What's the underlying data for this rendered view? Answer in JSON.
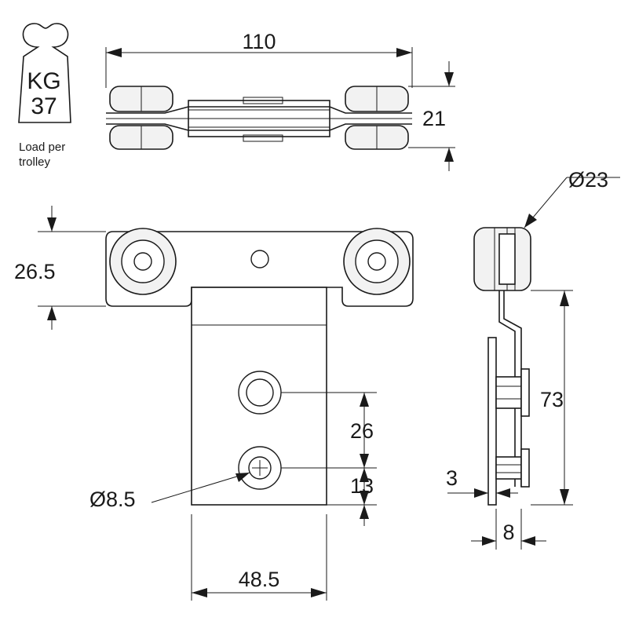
{
  "load_badge": {
    "unit": "KG",
    "value": "37",
    "caption_line1": "Load per",
    "caption_line2": "trolley"
  },
  "dimensions": {
    "overall_width": "110",
    "top_height": "21",
    "wheel_diameter": "Ø23",
    "bracket_height": "26.5",
    "hole_spacing": "26",
    "hole_edge": "13",
    "hole_diameter": "Ø8.5",
    "plate_width": "48.5",
    "total_height": "73",
    "plate_thickness": "3",
    "side_depth": "8"
  },
  "colors": {
    "line": "#1a1a1a",
    "fill": "#ffffff",
    "wheel_fill": "#f2f2f2"
  }
}
